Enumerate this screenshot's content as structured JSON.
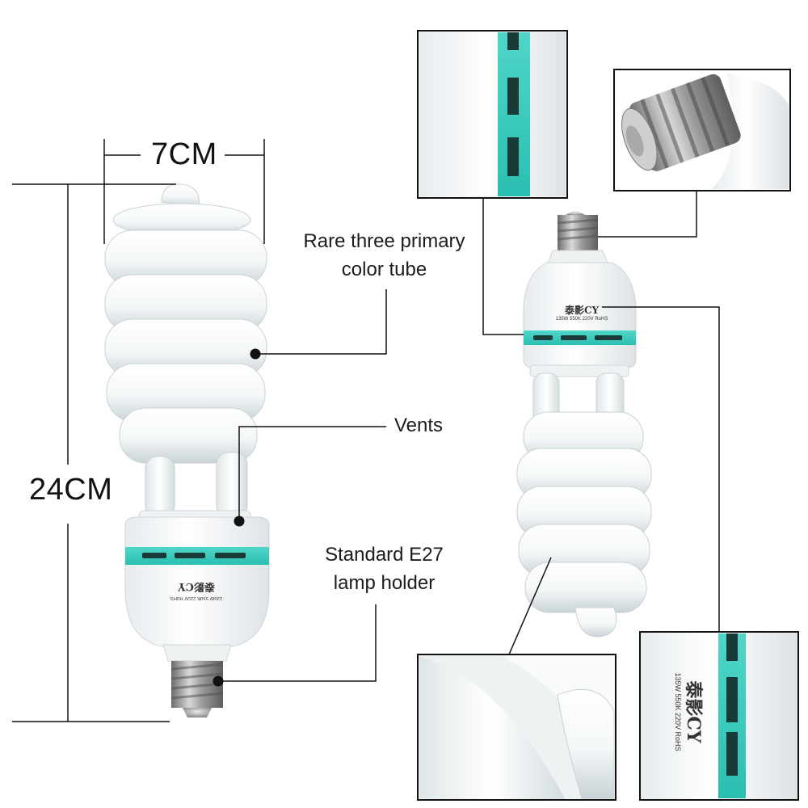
{
  "dimensions": {
    "width": "7CM",
    "height": "24CM"
  },
  "callouts": {
    "tube": {
      "line1": "Rare three primary",
      "line2": "color tube"
    },
    "vents": "Vents",
    "holder": {
      "line1": "Standard E27",
      "line2": "lamp holder"
    }
  },
  "bulb_print": {
    "brand": "泰影CY",
    "spec": "135W 550K 220V RoHS"
  },
  "colors": {
    "vent_band": "#2bbfb1",
    "background": "#ffffff",
    "line": "#111111"
  }
}
